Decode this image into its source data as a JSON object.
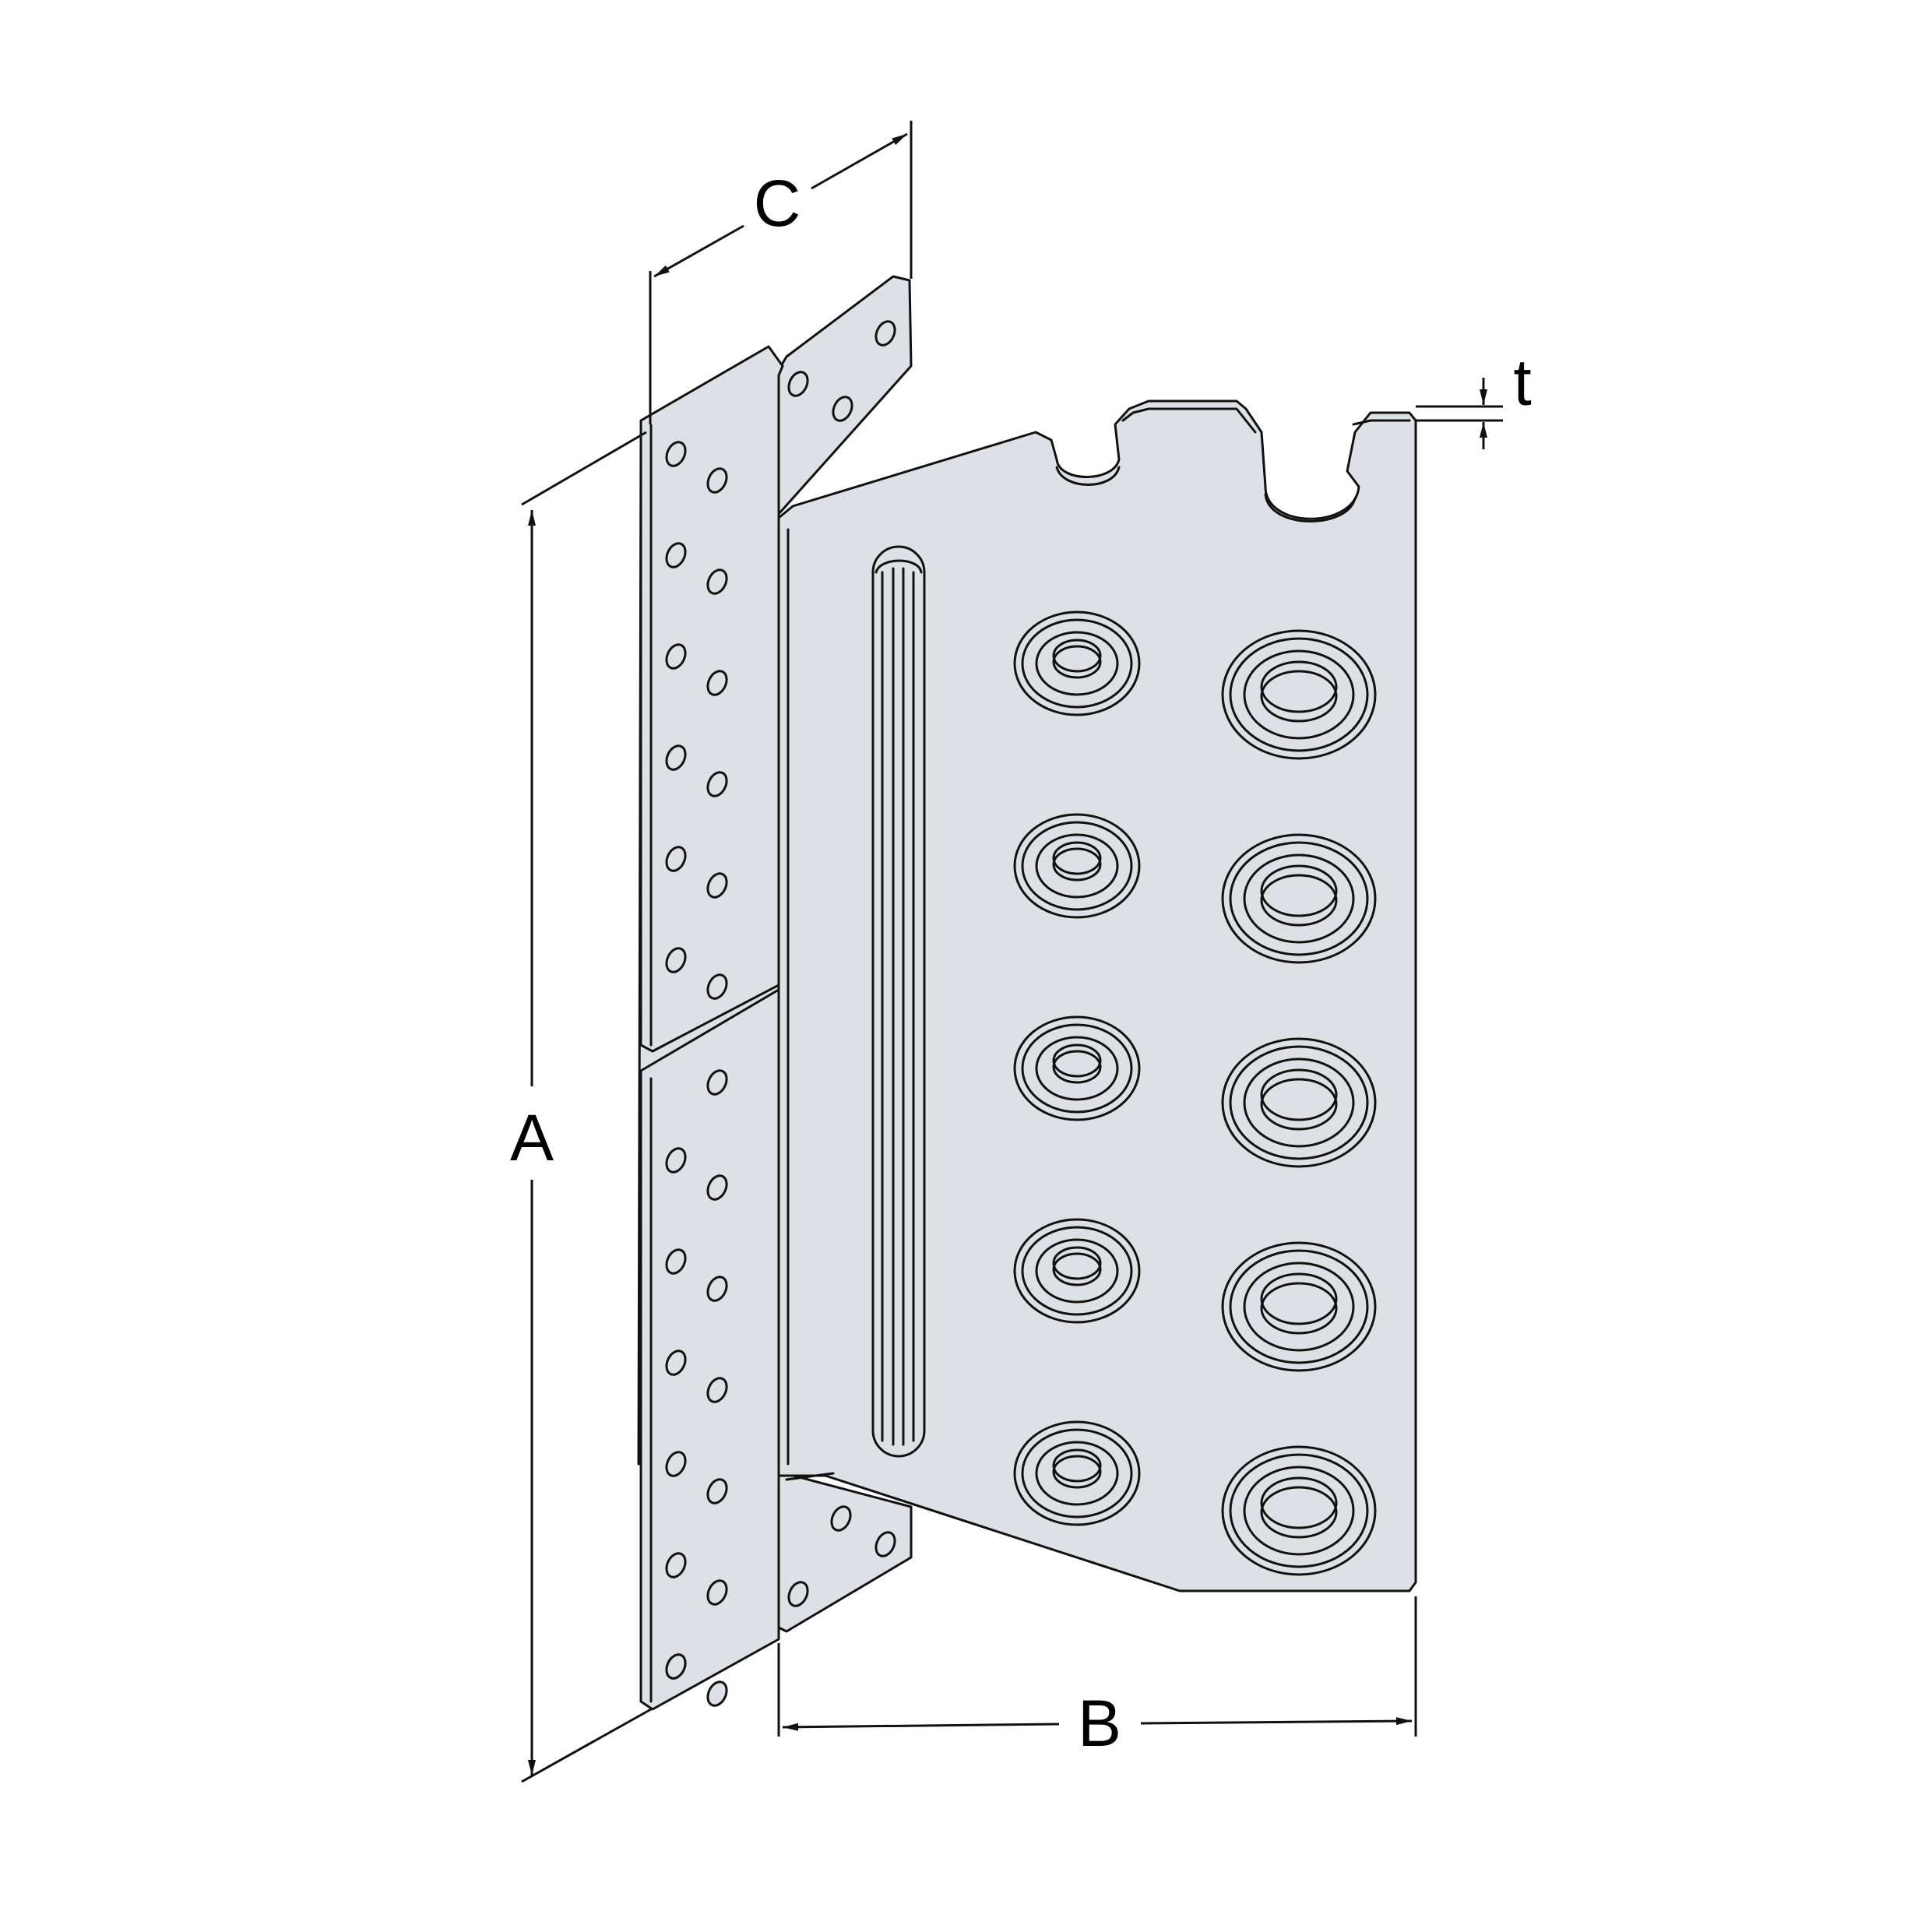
{
  "dimensions": {
    "a_label": "A",
    "b_label": "B",
    "c_label": "C",
    "t_label": "t"
  },
  "colors": {
    "metal": "#dde1e5",
    "line": "#111111",
    "background": "#ffffff"
  }
}
